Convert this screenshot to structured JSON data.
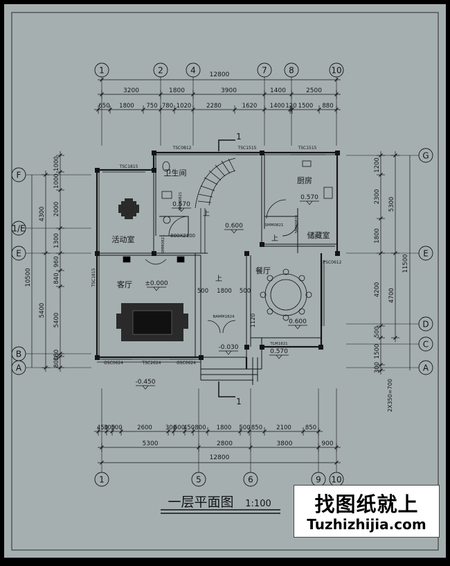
{
  "title": "一层平面图",
  "scale": "1:100",
  "section_mark": "1",
  "axes_top": [
    "1",
    "2",
    "4",
    "7",
    "8",
    "10"
  ],
  "axes_bottom": [
    "1",
    "5",
    "6",
    "9",
    "10"
  ],
  "axes_left": [
    "F",
    "1/E",
    "E",
    "B",
    "A"
  ],
  "axes_right": [
    "G",
    "E",
    "D",
    "C",
    "A"
  ],
  "dims_top_total": "12800",
  "dims_top_row1": [
    "3200",
    "1800",
    "3900",
    "1400",
    "2500"
  ],
  "dims_top_row2": [
    "650",
    "1800",
    "750",
    "780",
    "1020",
    "2280",
    "1620",
    "1400",
    "120",
    "1500",
    "880"
  ],
  "dims_bottom_row1": [
    "450",
    "300",
    "500",
    "2600",
    "300",
    "600",
    "450",
    "800",
    "1800",
    "500",
    "850",
    "2100",
    "850"
  ],
  "dims_bottom_row2": [
    "5300",
    "2800",
    "3800",
    "900"
  ],
  "dims_bottom_total": "12800",
  "dims_left_row1": [
    "1000",
    "1000",
    "2000",
    "1300",
    "960",
    "840",
    "5400",
    "180",
    "800"
  ],
  "dims_left_row2": [
    "4300",
    "10500"
  ],
  "dims_right_row1": [
    "1200",
    "2300",
    "1800",
    "4200",
    "500",
    "1500",
    "300"
  ],
  "dims_right_row2": [
    "5300",
    "4700"
  ],
  "dims_right_total": "11500",
  "stair_note": "2X350=700",
  "rooms": {
    "bathroom": "卫生间",
    "kitchen": "厨房",
    "activity": "活动室",
    "storage": "储藏室",
    "dining": "餐厅",
    "living": "客厅"
  },
  "levels": {
    "bath": "0.570",
    "kitchen": "0.570",
    "hall": "0.600",
    "living": "±0.000",
    "dining": "0.600",
    "entry": "-0.030",
    "porch": "0.570",
    "outside": "-0.450"
  },
  "stair_labels": {
    "up1": "上",
    "up2": "上",
    "up3": "上"
  },
  "tags": {
    "w1": "TSC0812",
    "w2": "TSC1515",
    "w3": "TSC1515",
    "w4": "TSC1815",
    "w5": "PSC0612",
    "w6": "TSC1815",
    "w7": "GSC0624",
    "w8": "TSC2624",
    "w9": "GSC0624",
    "d1": "SMM0821",
    "d2": "SMM0821",
    "d3": "SMM0821",
    "d4": "BAMM1824",
    "d5": "TLM1821",
    "d6": "800X2100",
    "d7": "SMM0821"
  },
  "watermark": {
    "cn": "找图纸就上",
    "en": "Tuzhizhijia.com"
  },
  "colors": {
    "background": "#A5AFAF",
    "line": "#141414",
    "frame": "#2a2a2a"
  }
}
